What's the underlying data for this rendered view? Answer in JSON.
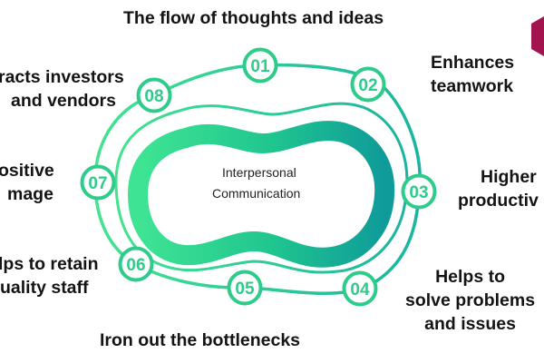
{
  "center": {
    "line1": "Interpersonal",
    "line2": "Communication"
  },
  "steps": [
    {
      "number": "01",
      "label": [
        "The flow of thoughts and ideas"
      ]
    },
    {
      "number": "02",
      "label": [
        "Enhances",
        "teamwork"
      ]
    },
    {
      "number": "03",
      "label": [
        "Higher",
        "productiv"
      ]
    },
    {
      "number": "04",
      "label": [
        "Helps to",
        "solve problems",
        "and issues"
      ]
    },
    {
      "number": "05",
      "label": [
        "Iron out the bottlenecks"
      ]
    },
    {
      "number": "06",
      "label": [
        "lps to retain",
        "uality staff"
      ]
    },
    {
      "number": "07",
      "label": [
        "ositive",
        "mage"
      ]
    },
    {
      "number": "08",
      "label": [
        "racts investors",
        "and vendors"
      ]
    }
  ],
  "colors": {
    "accent_green": "#2ecc8a",
    "accent_teal": "#13a59a",
    "logo_magenta": "#a3144f"
  },
  "icons": {
    "corner_logo": "hexagon-logo-icon"
  }
}
